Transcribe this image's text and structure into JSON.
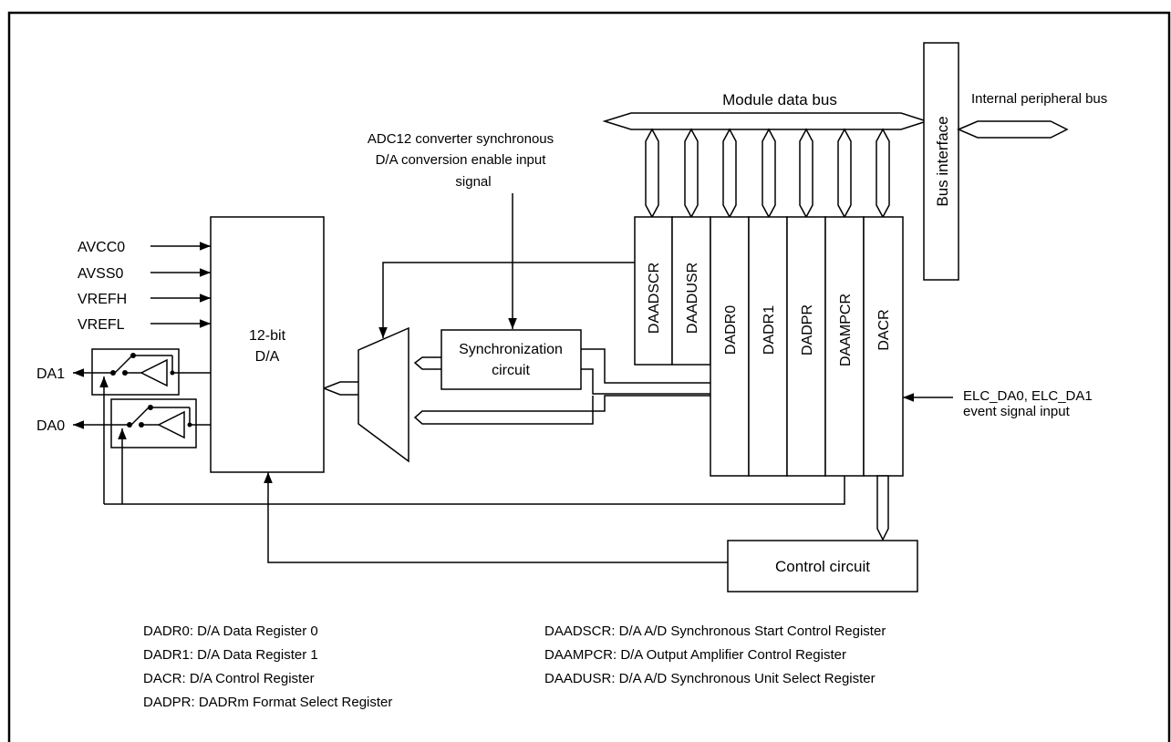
{
  "bus": {
    "module_data_bus": "Module data bus",
    "internal_peripheral_bus": "Internal peripheral bus",
    "bus_interface": "Bus interface"
  },
  "adc_sync": {
    "line1": "ADC12 converter synchronous",
    "line2": "D/A conversion enable input",
    "line3": "signal"
  },
  "inputs": [
    "AVCC0",
    "AVSS0",
    "VREFH",
    "VREFL"
  ],
  "outputs": [
    "DA1",
    "DA0"
  ],
  "dac": {
    "line1": "12-bit",
    "line2": "D/A"
  },
  "sync_circuit": {
    "line1": "Synchronization",
    "line2": "circuit"
  },
  "registers": [
    "DAADSCR",
    "DAADUSR",
    "DADR0",
    "DADR1",
    "DADPR",
    "DAAMPCR",
    "DACR"
  ],
  "event": {
    "line1": "ELC_DA0, ELC_DA1",
    "line2": "event signal input"
  },
  "control_circuit": "Control circuit",
  "legend": {
    "left": [
      "DADR0: D/A Data Register 0",
      "DADR1: D/A Data Register 1",
      "DACR: D/A Control Register",
      "DADPR: DADRm Format Select Register"
    ],
    "right": [
      "DAADSCR: D/A A/D Synchronous Start Control Register",
      "DAAMPCR: D/A Output Amplifier Control Register",
      "DAADUSR: D/A A/D Synchronous Unit Select Register"
    ]
  }
}
